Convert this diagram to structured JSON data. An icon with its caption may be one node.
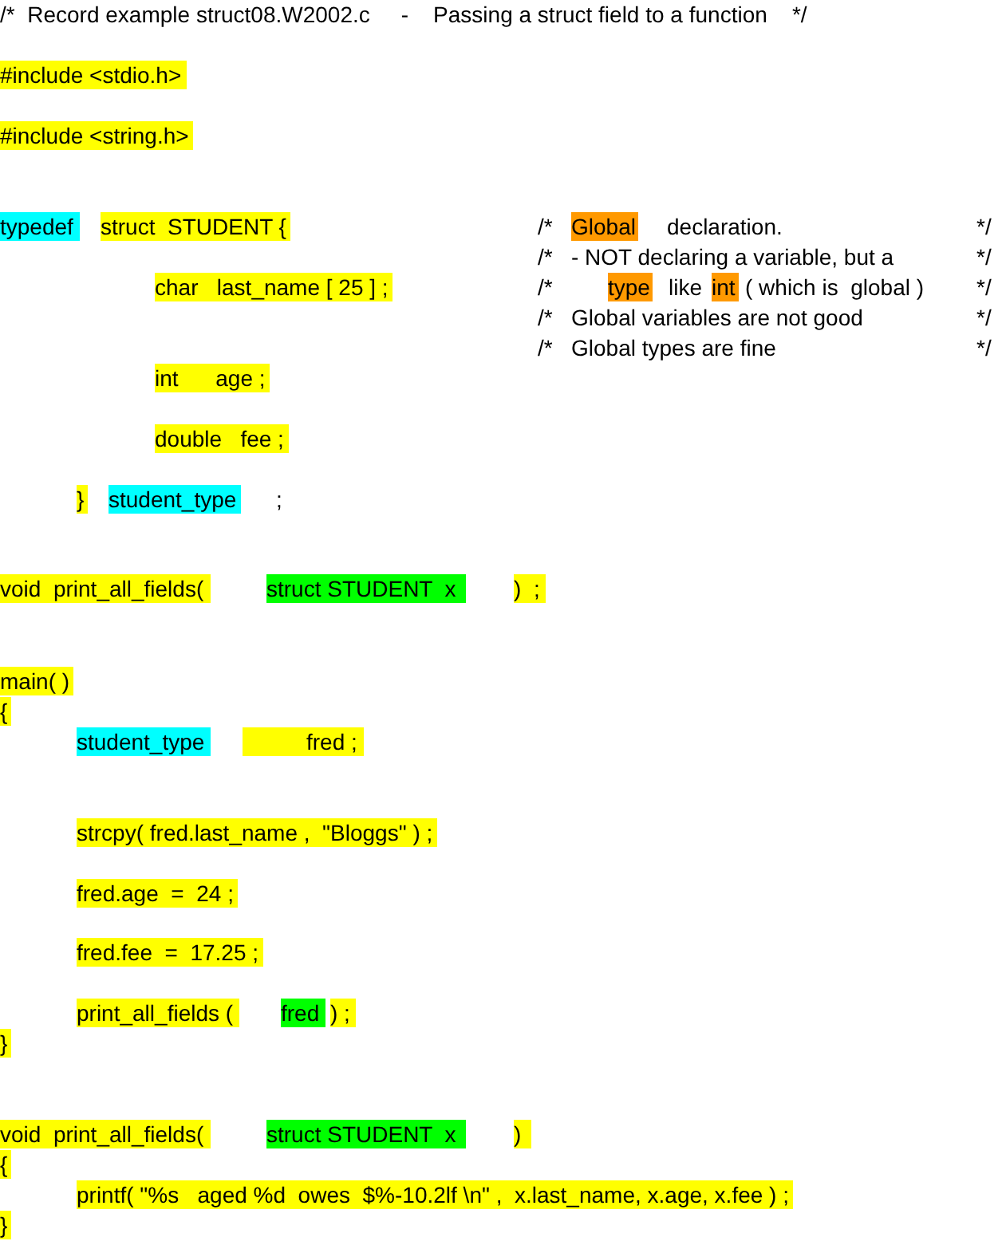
{
  "diagram": {
    "labels": [
      "/*  Record example struct08.W2002.c     -    Passing a struct field to a function    */",
      "#include <stdio.h>",
      "#include <string.h>",
      "typedef",
      "struct  STUDENT {",
      "/*",
      "Global",
      "declaration.",
      "*/",
      "/*",
      "- NOT declaring a variable, but a",
      "*/",
      "char   last_name [ 25 ] ;",
      "/*",
      "type",
      "like",
      "int",
      "( which is  global )",
      "*/",
      "/*",
      "Global variables are not good",
      "*/",
      "/*",
      "Global types are fine",
      "*/",
      "int      age ;",
      "double   fee ;",
      "}",
      "student_type",
      ";",
      "void  print_all_fields(",
      "struct STUDENT  x",
      ")  ;",
      "main( )",
      "{",
      "student_type",
      "fred ;",
      "strcpy( fred.last_name ,  \"Bloggs\" ) ;",
      "fred.age  =  24 ;",
      "fred.fee  =  17.25 ;",
      "print_all_fields (",
      "fred",
      ") ;",
      "}",
      "void  print_all_fields(",
      "struct STUDENT  x",
      ")",
      "{",
      "printf( \"%s   aged %d  owes  $%-10.2lf \\n\" ,  x.last_name, x.age, x.fee ) ;",
      "}"
    ]
  }
}
